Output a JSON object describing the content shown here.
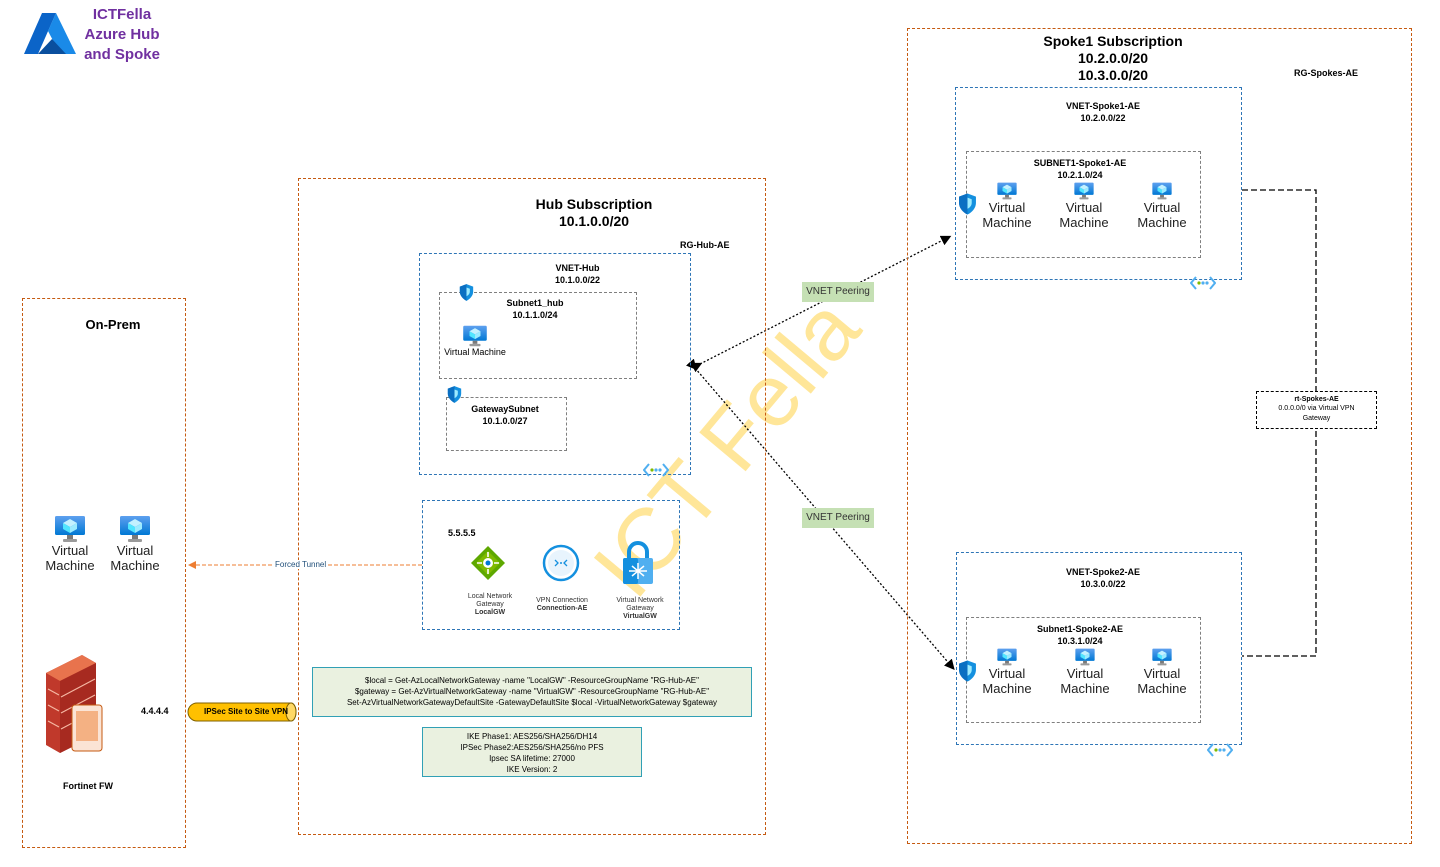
{
  "logo": {
    "line1": "ICTFella",
    "line2": "Azure Hub",
    "line3": "and Spoke",
    "brand_color": "#7030a0",
    "icon": "azure-logo-icon"
  },
  "watermark": "ICT Fella",
  "onprem": {
    "title": "On-Prem",
    "vm_label": "Virtual Machine",
    "firewall_label": "Fortinet FW",
    "firewall_ip": "4.4.4.4"
  },
  "hub": {
    "title": "Hub Subscription",
    "cidr": "10.1.0.0/20",
    "rg": "RG-Hub-AE",
    "vnet_name": "VNET-Hub",
    "vnet_cidr": "10.1.0.0/22",
    "subnet1_name": "Subnet1_hub",
    "subnet1_cidr": "10.1.1.0/24",
    "subnet1_vm": "Virtual Machine",
    "gw_subnet_name": "GatewaySubnet",
    "gw_subnet_cidr": "10.1.0.0/27",
    "gw_ip": "5.5.5.5",
    "local_gw_l1": "Local Network",
    "local_gw_l2": "Gateway",
    "local_gw_name": "LocalGW",
    "vpn_conn_l1": "VPN Connection",
    "vpn_conn_name": "Connection-AE",
    "vnet_gw_l1": "Virtual Network",
    "vnet_gw_l2": "Gateway",
    "vnet_gw_name": "VirtualGW",
    "forced_tunnel": "Forced Tunnel",
    "ipsec_label": "IPSec Site to Site VPN",
    "ps_lines": [
      "$local = Get-AzLocalNetworkGateway -name \"LocalGW\" -ResourceGroupName \"RG-Hub-AE\"",
      "$gateway = Get-AzVirtualNetworkGateway -name \"VirtualGW\" -ResourceGroupName \"RG-Hub-AE\"",
      "Set-AzVirtualNetworkGatewayDefaultSite -GatewayDefaultSite $local -VirtualNetworkGateway $gateway"
    ],
    "ike_lines": [
      "IKE Phase1: AES256/SHA256/DH14",
      "IPSec Phase2:AES256/SHA256/no PFS",
      "Ipsec SA lifetime: 27000",
      "IKE Version: 2"
    ]
  },
  "spoke": {
    "title": "Spoke1 Subscription",
    "cidr1": "10.2.0.0/20",
    "cidr2": "10.3.0.0/20",
    "rg": "RG-Spokes-AE",
    "vnet1_name": "VNET-Spoke1-AE",
    "vnet1_cidr": "10.2.0.0/22",
    "subnet1_name": "SUBNET1-Spoke1-AE",
    "subnet1_cidr": "10.2.1.0/24",
    "vnet2_name": "VNET-Spoke2-AE",
    "vnet2_cidr": "10.3.0.0/22",
    "subnet2_name": "Subnet1-Spoke2-AE",
    "subnet2_cidr": "10.3.1.0/24",
    "vm_line1": "Virtual",
    "vm_line2": "Machine",
    "route_title": "rt-Spokes-AE",
    "route_line1": "0.0.0.0/0 via Virtual VPN",
    "route_line2": "Gateway"
  },
  "peering_label": "VNET Peering",
  "colors": {
    "orange_border": "#c55a11",
    "blue_border": "#2e75b6",
    "peering_bg": "#c5e0b4",
    "note_bg": "#e2f0d9",
    "ipsec_fill": "#ffc000"
  }
}
